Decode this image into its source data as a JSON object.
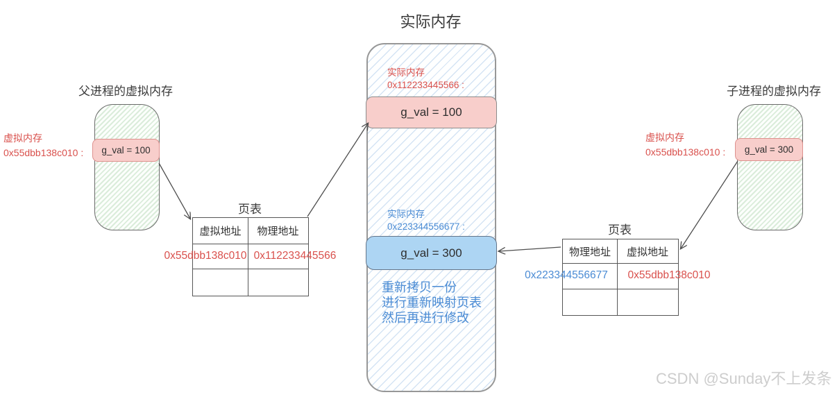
{
  "diagram_title": "实际内存",
  "watermark": "CSDN @Sunday不上发条",
  "parent_process": {
    "title": "父进程的虚拟内存",
    "address_label": {
      "line1": "虚拟内存",
      "line2": "0x55dbb138c010 :"
    },
    "cell": "g_val = 100"
  },
  "child_process": {
    "title": "子进程的虚拟内存",
    "address_label": {
      "line1": "虚拟内存",
      "line2": "0x55dbb138c010 :"
    },
    "cell": "g_val = 300"
  },
  "physical_memory": {
    "region_old": {
      "label": {
        "line1": "实际内存",
        "line2": "0x112233445566 :"
      },
      "cell": "g_val = 100"
    },
    "region_new": {
      "label": {
        "line1": "实际内存",
        "line2": "0x223344556677 :"
      },
      "cell": "g_val = 300"
    },
    "note": {
      "line1": "重新拷贝一份",
      "line2": "进行重新映射页表",
      "line3": "然后再进行修改"
    }
  },
  "parent_page_table": {
    "title": "页表",
    "headers": [
      "虚拟地址",
      "物理地址"
    ],
    "row": [
      "0x55dbb138c010",
      "0x112233445566"
    ]
  },
  "child_page_table": {
    "title": "页表",
    "headers": [
      "物理地址",
      "虚拟地址"
    ],
    "row": [
      "0x223344556677",
      "0x55dbb138c010"
    ]
  },
  "colors": {
    "red_text": "#d9504c",
    "blue_text": "#4a8bd4",
    "pink_fill": "#f8cecb",
    "blue_fill": "#add5f3",
    "green_hatch_tint": "#d9ecd9",
    "blue_hatch_tint": "#cfe2f3",
    "watermark_gray": "#cdcdcd"
  }
}
